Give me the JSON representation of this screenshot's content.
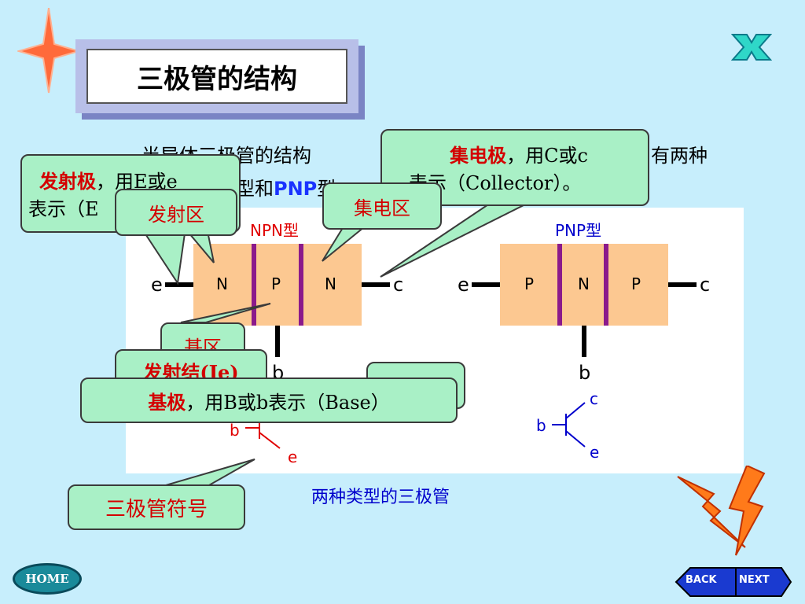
{
  "slide": {
    "title": "三极管的结构",
    "intro_line1": "半导体三极管的结构",
    "intro_line1_end": "有两种",
    "intro_line2_pre": "型和",
    "intro_pnp": "PNP",
    "intro_line2_post": "型",
    "intro_collector": "表示（Collector）。",
    "intro_line3": "表示（E"
  },
  "callouts": {
    "collector_term": "集电极",
    "collector_desc": "，用C或c",
    "emitter_term": "发射极",
    "emitter_desc": "，用E或e",
    "emitter_region": "发射区",
    "collector_region": "集电区",
    "base_region": "基区",
    "emitter_junction": "发射结(Je)",
    "base_term": "基极",
    "base_desc": "，用B或b表示（Base）",
    "symbol": "三极管符号"
  },
  "diagram": {
    "npn_label": "NPN型",
    "pnp_label": "PNP型",
    "npn_regions": [
      "N",
      "P",
      "N"
    ],
    "pnp_regions": [
      "P",
      "N",
      "P"
    ],
    "e": "e",
    "c": "c",
    "b": "b",
    "caption": "两种类型的三极管"
  },
  "nav": {
    "home": "HOME",
    "back": "BACK",
    "next": "NEXT"
  },
  "colors": {
    "background": "#c7eefc",
    "callout": "#a9f0c6",
    "accent_red": "#d40000",
    "region_fill": "#fcc891",
    "junction": "#8b1a8b"
  }
}
